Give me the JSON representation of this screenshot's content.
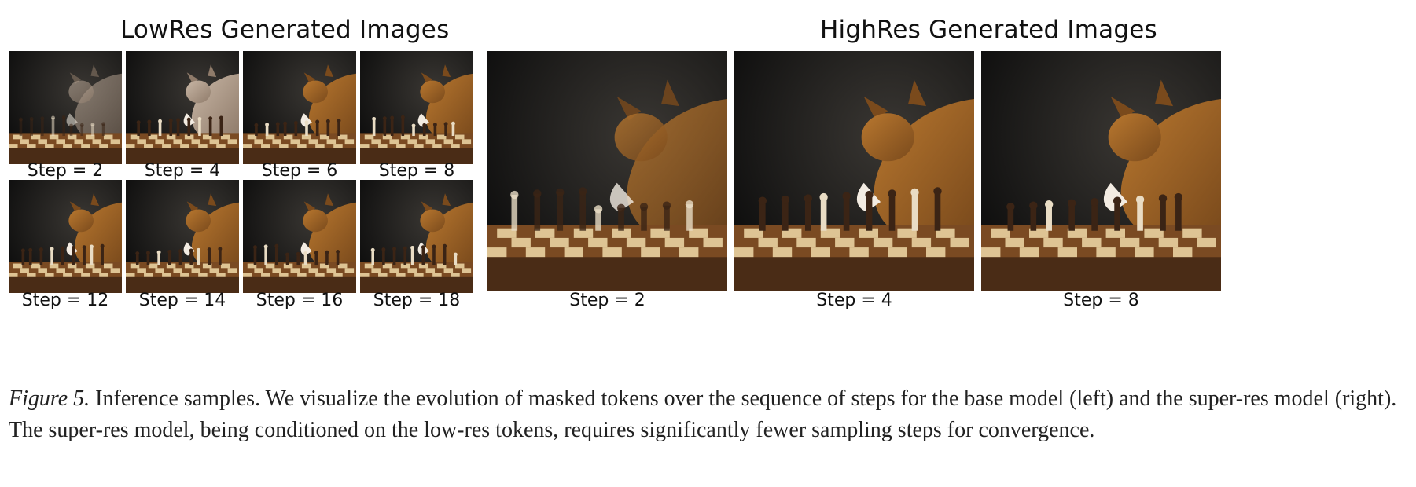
{
  "lowres": {
    "title": "LowRes Generated Images",
    "steps": [
      "Step = 2",
      "Step = 4",
      "Step = 6",
      "Step = 8",
      "Step = 12",
      "Step = 14",
      "Step = 16",
      "Step = 18"
    ]
  },
  "highres": {
    "title": "HighRes Generated Images",
    "steps": [
      "Step = 2",
      "Step = 4",
      "Step = 8"
    ]
  },
  "caption": {
    "label": "Figure 5.",
    "text": " Inference samples. We visualize the evolution of masked tokens over the sequence of steps for the base model (left) and the super-res model (right). The super-res model, being conditioned on the low-res tokens, requires significantly fewer sampling steps for convergence."
  }
}
